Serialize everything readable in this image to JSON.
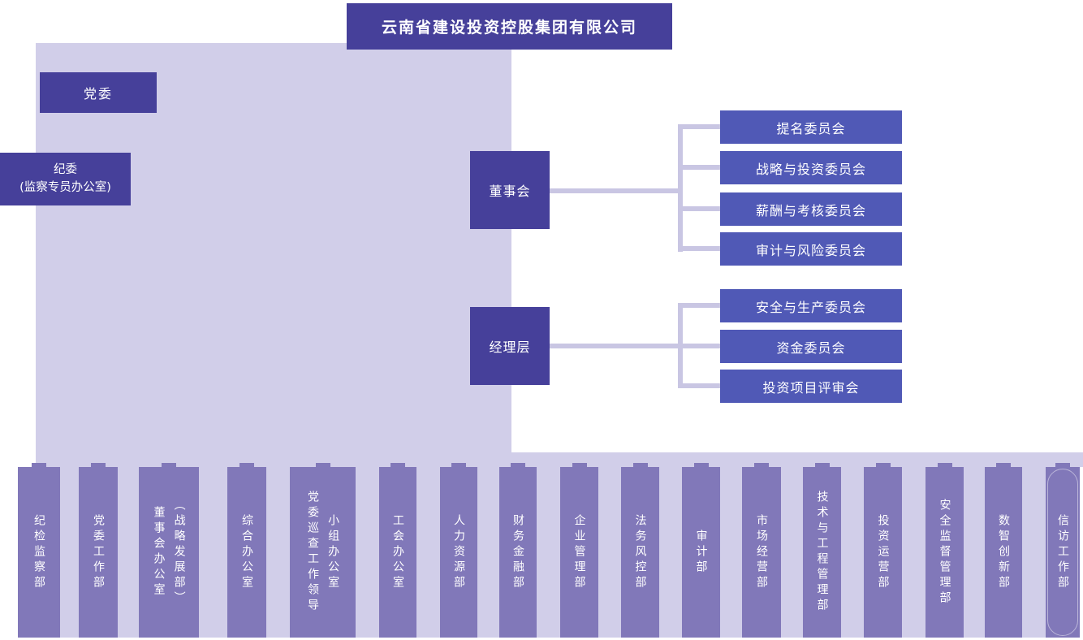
{
  "colors": {
    "dark_indigo": "#46409a",
    "committee_blue": "#5059b6",
    "department_purple": "#8178b9",
    "panel_light": "#d1cee9",
    "connector": "#c9c6e3",
    "text_white": "#ffffff"
  },
  "root": {
    "title": "云南省建设投资控股集团有限公司"
  },
  "party_nodes": {
    "dangwei": "党委",
    "jiwei_line1": "纪委",
    "jiwei_line2": "(监察专员办公室)"
  },
  "governance_nodes": {
    "board": "董事会",
    "management": "经理层"
  },
  "board_committees": [
    "提名委员会",
    "战略与投资委员会",
    "薪酬与考核委员会",
    "审计与风险委员会"
  ],
  "management_committees": [
    "安全与生产委员会",
    "资金委员会",
    "投资项目评审会"
  ],
  "departments": [
    {
      "columns": [
        "纪检监察部"
      ]
    },
    {
      "columns": [
        "党委工作部"
      ]
    },
    {
      "columns": [
        "董事会办公室",
        "（战略发展部）"
      ]
    },
    {
      "columns": [
        "综合办公室"
      ]
    },
    {
      "columns": [
        "党委巡查工作领导",
        "小组办公室"
      ]
    },
    {
      "columns": [
        "工会办公室"
      ]
    },
    {
      "columns": [
        "人力资源部"
      ]
    },
    {
      "columns": [
        "财务金融部"
      ]
    },
    {
      "columns": [
        "企业管理部"
      ]
    },
    {
      "columns": [
        "法务风控部"
      ]
    },
    {
      "columns": [
        "审计部"
      ]
    },
    {
      "columns": [
        "市场经营部"
      ]
    },
    {
      "columns": [
        "技术与工程管理部"
      ]
    },
    {
      "columns": [
        "投资运营部"
      ]
    },
    {
      "columns": [
        "安全监督管理部"
      ]
    },
    {
      "columns": [
        "数智创新部"
      ]
    },
    {
      "columns": [
        "信访工作部"
      ],
      "outlined": true
    }
  ]
}
